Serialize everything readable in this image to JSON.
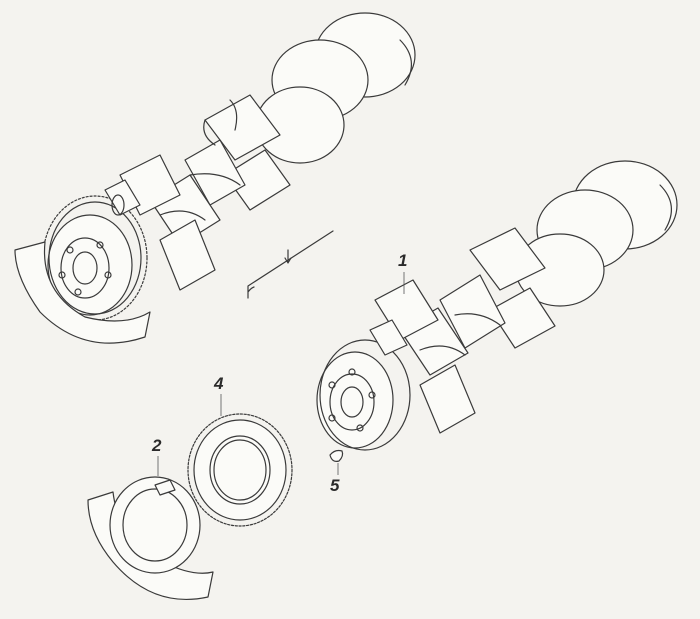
{
  "callouts": {
    "crankshaft": "1",
    "counterweight": "2",
    "gear": "4",
    "key": "5"
  },
  "colors": {
    "background": "#f4f3ef",
    "line": "#3a3a3a"
  }
}
